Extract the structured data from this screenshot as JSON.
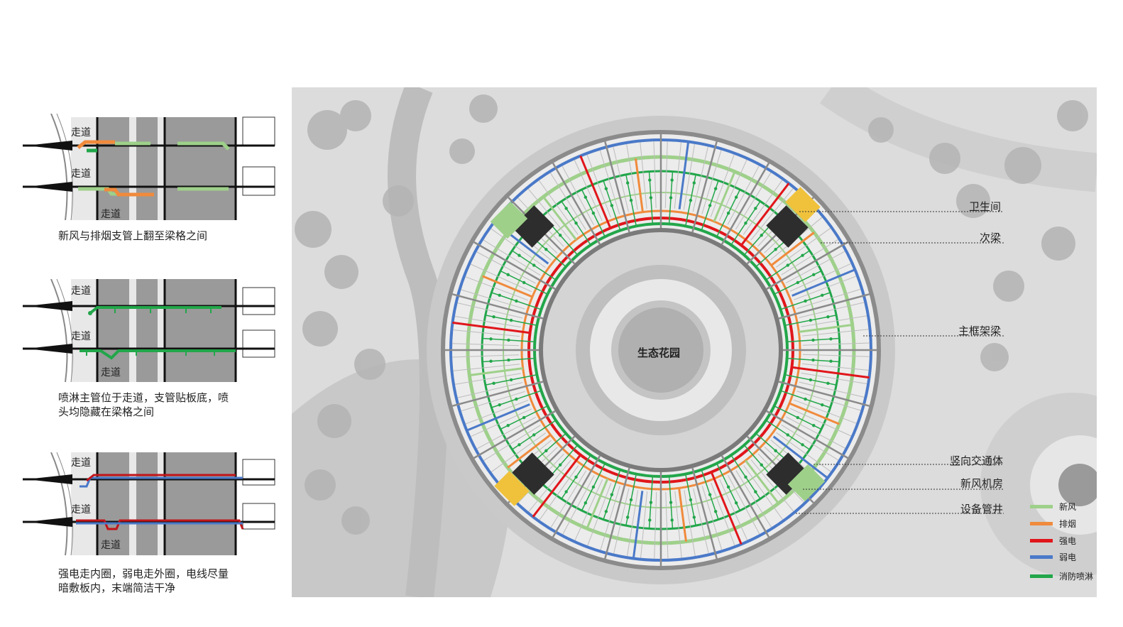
{
  "sections": [
    {
      "corridor_labels": [
        "走道",
        "走道",
        "走道"
      ],
      "caption_lines": [
        "新风与排烟支管上翻至梁格之间"
      ]
    },
    {
      "corridor_labels": [
        "走道",
        "走道",
        "走道"
      ],
      "caption_lines": [
        "喷淋主管位于走道，支管贴板底，喷",
        "头均隐藏在梁格之间"
      ]
    },
    {
      "corridor_labels": [
        "走道",
        "走道",
        "走道"
      ],
      "caption_lines": [
        "强电走内圈，弱电走外圈，电线尽量",
        "暗敷板内，末端简洁干净"
      ]
    }
  ],
  "plan": {
    "center_label": "生态花园",
    "callouts": [
      "卫生间",
      "次梁",
      "主框架梁",
      "竖向交通体",
      "新风机房",
      "设备管井"
    ]
  },
  "legend": [
    {
      "label": "新风",
      "color": "#9ed08a"
    },
    {
      "label": "排烟",
      "color": "#f08a3c"
    },
    {
      "label": "强电",
      "color": "#e0161b"
    },
    {
      "label": "弱电",
      "color": "#4a79c8"
    },
    {
      "label": "消防喷淋",
      "color": "#22a64a"
    }
  ]
}
